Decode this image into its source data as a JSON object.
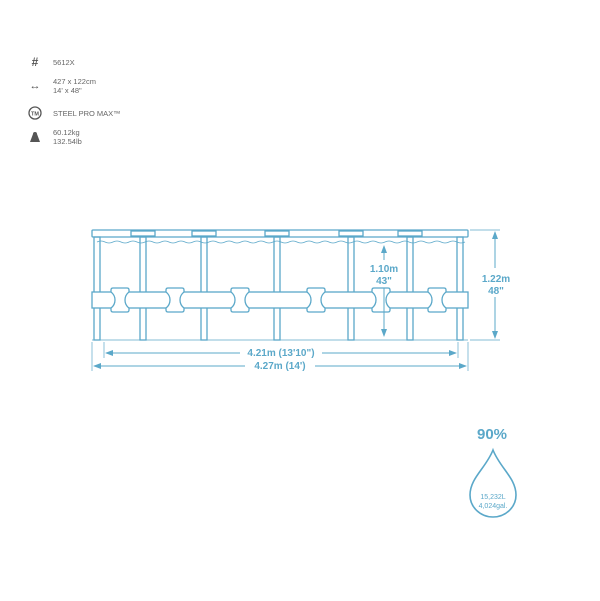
{
  "specs": {
    "model": "5612X",
    "size_metric": "427 x 122cm",
    "size_imperial": "14' x 48\"",
    "frame": "STEEL PRO MAX™",
    "weight_kg": "60.12kg",
    "weight_lb": "132.54lb"
  },
  "diagram": {
    "water_height_m": "1.10m",
    "water_height_in": "43\"",
    "wall_height_m": "1.22m",
    "wall_height_in": "48\"",
    "inner_diameter": "4.21m (13'10\")",
    "outer_diameter": "4.27m (14')"
  },
  "capacity": {
    "fill_percent": "90%",
    "liters": "15,232L",
    "gallons": "4,024gal."
  },
  "colors": {
    "accent": "#5ba8c9",
    "text": "#666666"
  }
}
